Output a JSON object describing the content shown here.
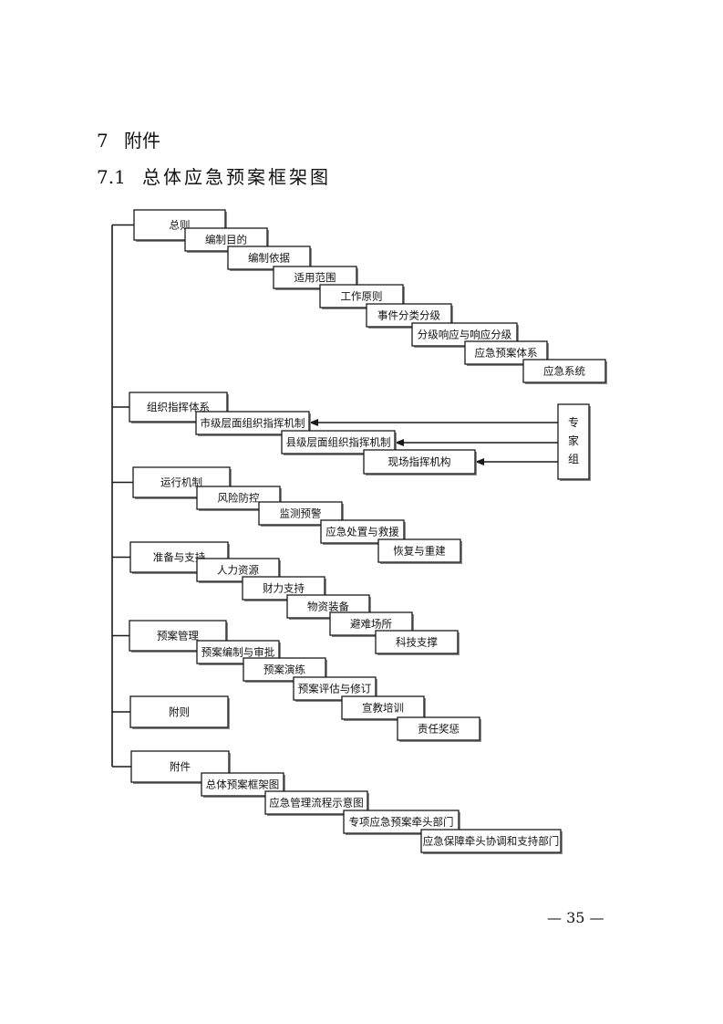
{
  "heading1": {
    "number": "7",
    "text": "附件"
  },
  "heading2": {
    "number": "7.1",
    "text": "总体应急预案框架图"
  },
  "diagram": {
    "groups": [
      {
        "label": "总则",
        "children": [
          "编制目的",
          "编制依据",
          "适用范围",
          "工作原则",
          "事件分类分级",
          "分级响应与响应分级",
          "应急预案体系",
          "应急系统"
        ]
      },
      {
        "label": "组织指挥体系",
        "children": [
          "市级层面组织指挥机制",
          "县级层面组织指挥机制",
          "现场指挥机构"
        ]
      },
      {
        "label": "运行机制",
        "children": [
          "风险防控",
          "监测预警",
          "应急处置与救援",
          "恢复与重建"
        ]
      },
      {
        "label": "准备与支持",
        "children": [
          "人力资源",
          "财力支持",
          "物资装备",
          "避难场所",
          "科技支撑"
        ]
      },
      {
        "label": "预案管理",
        "children": [
          "预案编制与审批",
          "预案演练",
          "预案评估与修订",
          "宣教培训",
          "责任奖惩"
        ]
      },
      {
        "label": "附则",
        "children": []
      },
      {
        "label": "附件",
        "children": [
          "总体预案框架图",
          "应急管理流程示意图",
          "专项应急预案牵头部门",
          "应急保障牵头协调和支持部门"
        ]
      }
    ],
    "expert_group": "专家组"
  },
  "page_number": "— 35 —"
}
